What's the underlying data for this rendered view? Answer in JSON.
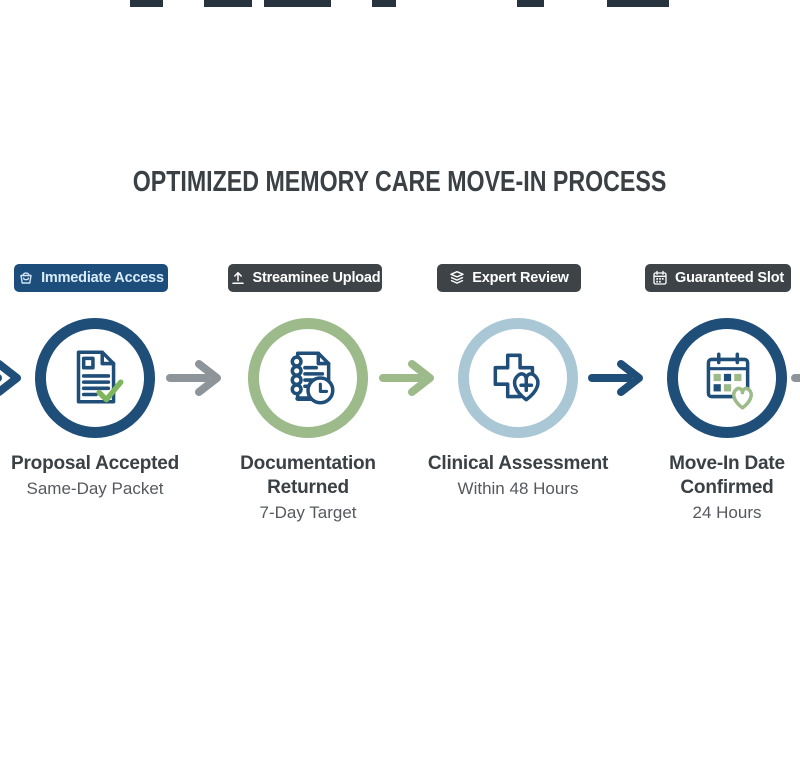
{
  "title": "OPTIMIZED MEMORY CARE MOVE-IN PROCESS",
  "steps": [
    {
      "badge": {
        "icon": "basket-icon",
        "label": "Immediate Access",
        "background": "#1d4e7b",
        "text_color": "#d9ecfa"
      },
      "circle_icon": "document-check-icon",
      "ring_color": "#1f4e79",
      "title": "Proposal Accepted",
      "subtitle": "Same-Day Packet"
    },
    {
      "badge": {
        "icon": "upload-icon",
        "label": "Streaminee Upload",
        "background": "#3e4347",
        "text_color": "#ffffff"
      },
      "circle_icon": "notebook-clock-icon",
      "ring_color": "#9cba8a",
      "title": "Documentation Returned",
      "subtitle": "7-Day Target"
    },
    {
      "badge": {
        "icon": "layers-icon",
        "label": "Expert Review",
        "background": "#3e4347",
        "text_color": "#ffffff"
      },
      "circle_icon": "medical-cross-heart-icon",
      "ring_color": "#aac7d6",
      "title": "Clinical Assessment",
      "subtitle": "Within 48 Hours"
    },
    {
      "badge": {
        "icon": "calendar-icon",
        "label": "Guaranteed Slot",
        "background": "#3e4347",
        "text_color": "#ffffff"
      },
      "circle_icon": "calendar-heart-icon",
      "ring_color": "#1f4e79",
      "title": "Move-In Date Confirmed",
      "subtitle": "24 Hours"
    }
  ],
  "arrows": [
    {
      "position": "left-edge-partial",
      "color": "#1f4e79",
      "direction": "right"
    },
    {
      "position": "between-step-1-2",
      "color": "#8e959a",
      "direction": "right"
    },
    {
      "position": "between-step-2-3",
      "color": "#9cba8a",
      "direction": "right"
    },
    {
      "position": "between-step-3-4",
      "color": "#1f4e79",
      "direction": "right"
    },
    {
      "position": "right-edge-partial",
      "color": "#8e959a",
      "direction": "right"
    }
  ],
  "colors": {
    "navy": "#1f4e79",
    "badge_navy": "#1d4e7b",
    "badge_gray": "#3e4347",
    "arrow_gray": "#8e959a",
    "sage_green": "#9cba8a",
    "check_green": "#7fb65d",
    "light_blue_ring": "#aac7d6",
    "heading_text": "#3b4045",
    "subtitle_text": "#55595e",
    "background": "#ffffff",
    "top_fragment": "#273440"
  }
}
